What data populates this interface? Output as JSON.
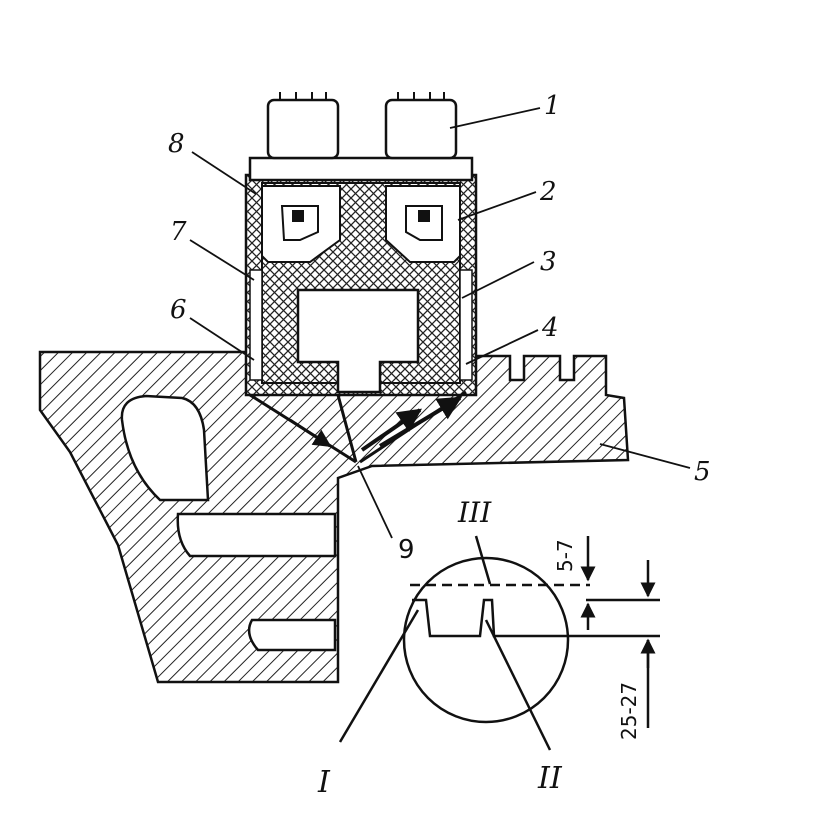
{
  "diagram": {
    "part_labels": [
      "1",
      "2",
      "3",
      "4",
      "5",
      "6",
      "7",
      "8",
      "9"
    ],
    "section_labels": [
      "I",
      "II",
      "III"
    ],
    "dimensions": [
      "5-7",
      "25-27"
    ]
  }
}
